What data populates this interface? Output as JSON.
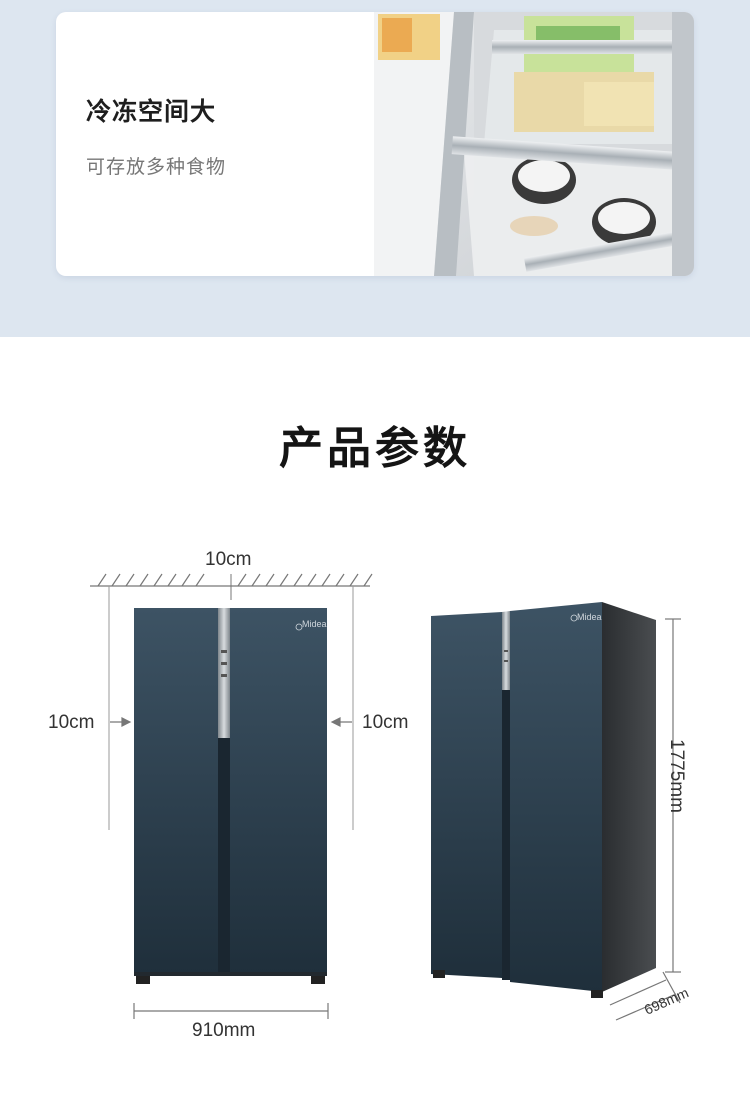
{
  "feature_card": {
    "title": "冷冻空间大",
    "subtitle": "可存放多种食物"
  },
  "specs": {
    "title": "产品参数",
    "clearance_top": "10cm",
    "clearance_left": "10cm",
    "clearance_right": "10cm",
    "width": "910mm",
    "height": "1775mm",
    "depth": "698mm"
  },
  "brand": {
    "logo_text": "Midea"
  },
  "colors": {
    "band": "#dde6f0",
    "door": "#2f4250",
    "door_dark": "#1f2d38",
    "trim": "#9aa3aa",
    "line": "#999999"
  }
}
